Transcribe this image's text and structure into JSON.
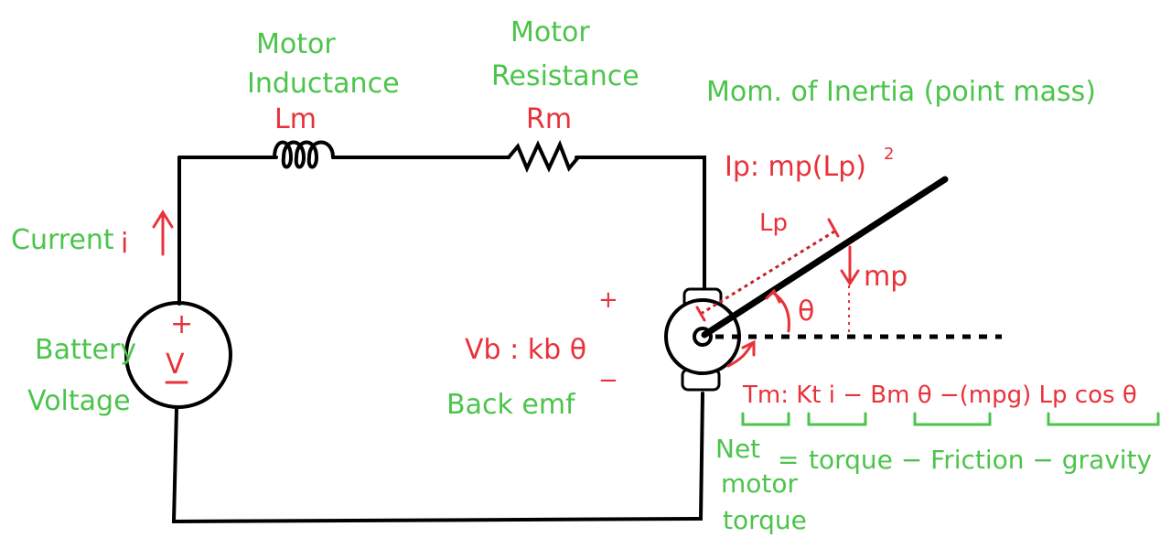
{
  "labels": {
    "inductance_title_1": "Motor",
    "inductance_title_2": "Inductance",
    "inductance_symbol": "Lm",
    "resistance_title_1": "Motor",
    "resistance_title_2": "Resistance",
    "resistance_symbol": "Rm",
    "inertia_title": "Mom. of Inertia (point mass)",
    "inertia_eq_main": "Ip: mp(Lp)",
    "inertia_eq_exp": "2",
    "current_label": "Current",
    "current_symbol": "i",
    "battery_1": "Battery",
    "battery_2": "Voltage",
    "battery_plus": "+",
    "battery_symbol": "V",
    "backemf_eq": "Vb : kb θ",
    "backemf_plus": "+",
    "backemf_minus": "−",
    "backemf_label": "Back emf",
    "arm_length": "Lp",
    "mass_label": "mp",
    "angle_label": "θ",
    "torque_eq": "Tm: Kt i − Bm θ −(mpg) Lp cos θ",
    "net_1": "Net",
    "net_2": "motor",
    "net_3": "torque",
    "net_equals": "=",
    "decomposition": "torque − Friction − gravity"
  },
  "colors": {
    "green_text": "#4cc44c",
    "red_text": "#e8323a",
    "wire": "#000000"
  }
}
